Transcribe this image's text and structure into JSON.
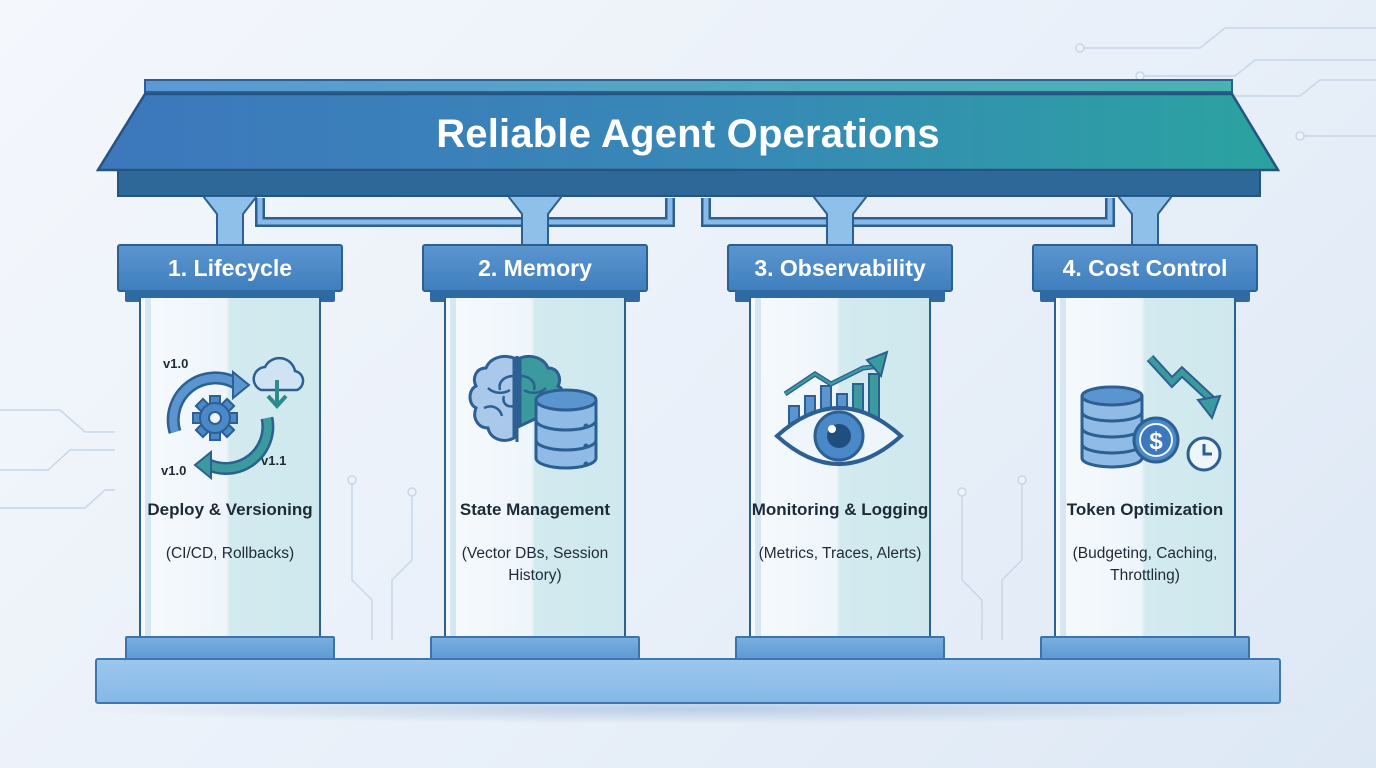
{
  "title": "Reliable Agent Operations",
  "colors": {
    "roof_left": "#3d77bd",
    "roof_right": "#2aa3a0",
    "column_header": "#4a88c7",
    "outline": "#2c5f92",
    "teal_accent": "#3a9a9e"
  },
  "pillars": [
    {
      "header": "1. Lifecycle",
      "icon": "gear-cycle-cloud-icon",
      "icon_labels": [
        "v1.0",
        "v1.0",
        "v1.1"
      ],
      "title": "Deploy & Versioning",
      "subtitle": "(CI/CD, Rollbacks)"
    },
    {
      "header": "2. Memory",
      "icon": "brain-database-icon",
      "title": "State Management",
      "subtitle": "(Vector DBs, Session History)"
    },
    {
      "header": "3. Observability",
      "icon": "eye-chart-icon",
      "title": "Monitoring & Logging",
      "subtitle": "(Metrics, Traces, Alerts)"
    },
    {
      "header": "4. Cost Control",
      "icon": "coins-dollar-clock-icon",
      "title": "Token Optimization",
      "subtitle": "(Budgeting, Caching, Throttling)"
    }
  ]
}
